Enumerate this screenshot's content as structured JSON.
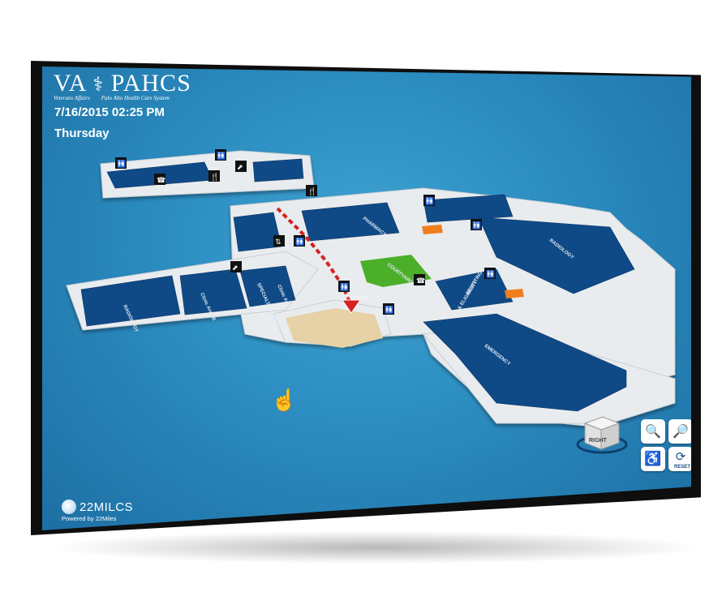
{
  "header": {
    "logo_left": "VA",
    "logo_right": "PAHCS",
    "logo_sub_left": "Veterans Affairs",
    "logo_sub_right": "Palo Alto Health Care System",
    "datetime": "7/16/2015 02:25 PM",
    "day": "Thursday"
  },
  "map": {
    "labels": {
      "radiology": "RADIOLOGY",
      "emergency": "EMERGENCY",
      "admitting": "ADMITTING",
      "eligibility": "& ELIGIBILITY",
      "specialty_clinics": "SPECIALTY CLINICS",
      "clinic_area_b": "Clinic Area B",
      "clinic_area_a": "Clinic Area A",
      "courtyard": "COURTYARD",
      "pharmacy": "PHARMACY",
      "you_are_here": "YOU ARE HERE"
    },
    "colors": {
      "room_fill": "#0f4a86",
      "wall": "#e9ecef",
      "route": "#d42020",
      "courtyard": "#4caf2a",
      "lobby": "#e6d2a6",
      "highlight": "#f07e1e"
    }
  },
  "controls": {
    "view_label": "RIGHT",
    "reset_label": "RESET"
  },
  "footer": {
    "brand": "22MILCS",
    "powered_by": "Powered by 22Miles"
  }
}
